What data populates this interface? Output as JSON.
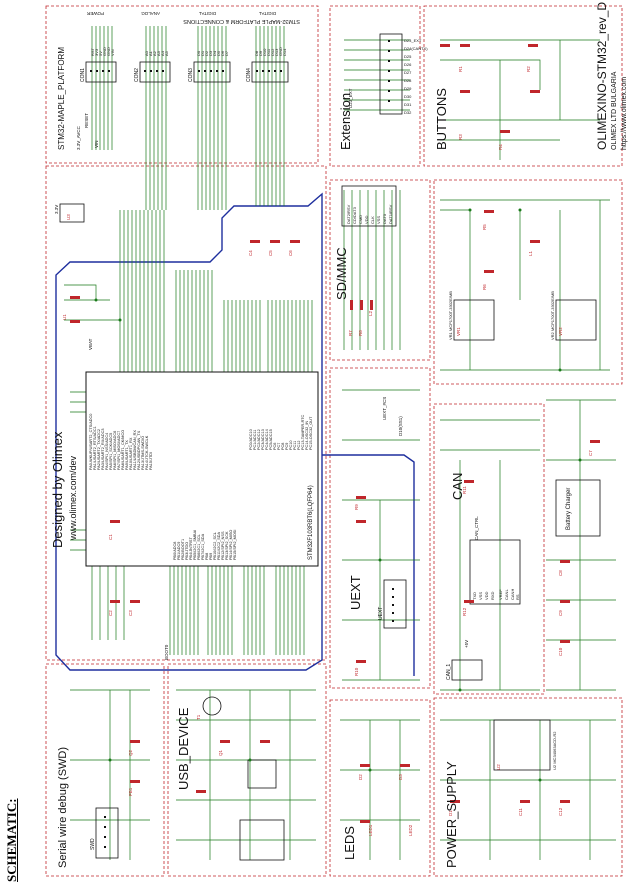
{
  "heading": "SCHEMATIC:",
  "title_block": {
    "title": "OLIMEXINO-STM32_rev_D",
    "company": "OLIMEX LTD BULGARIA",
    "url": "https://www.olimex.com"
  },
  "blocks": {
    "platform": "STM32-MAPLE_PLATFORM",
    "header_banner": "STM32-MAPLE PLATFORM & CONNECTIONS",
    "extension": "Extension",
    "buttons": "BUTTONS",
    "sd": "SD/MMC",
    "uext": "UEXT",
    "can": "CAN",
    "power": "POWER_SUPPLY",
    "leds": "LEDS",
    "usb": "USB_DEVICE",
    "swd": "Serial wire debug (SWD)",
    "designer": "Designed by Olimex",
    "designer_url": "www.olimex.com/dev",
    "battery": "Battery Charger",
    "mcu": "STM32F103RBT6(LQFP64)"
  },
  "connectors": {
    "con1": "CON1",
    "con2": "CON2",
    "con3": "CON3",
    "con4": "CON4",
    "uext": "UEXT",
    "can": "CAN_1",
    "swd": "SWD"
  },
  "header_groups": [
    "POWER",
    "ANALOG",
    "DIGITAL",
    "DIGITAL"
  ],
  "power_pins": [
    "RST",
    "3V3",
    "5V",
    "GND",
    "GND",
    "VIN"
  ],
  "analog_pins": [
    "A0",
    "A1",
    "A2",
    "A3",
    "A4",
    "A5"
  ],
  "digital_pins_a": [
    "D0",
    "D1",
    "D2",
    "D3",
    "D4",
    "D5",
    "D6",
    "D7"
  ],
  "digital_pins_b": [
    "D8",
    "D9",
    "D10",
    "D11",
    "D12",
    "D13",
    "GND",
    "D14"
  ],
  "ext_pins": [
    "D23_EXT",
    "D24(CANTX)",
    "D25",
    "D26",
    "D27",
    "D28",
    "D29",
    "D30",
    "D31",
    "D32"
  ],
  "sd_pins": [
    "DAT2/RSV",
    "CD/DAT3",
    "CMD",
    "VDD",
    "CLK",
    "VSS",
    "DAT0",
    "DAT1/RSV"
  ],
  "can_pins": [
    "TXD",
    "VSS",
    "VDD",
    "RXD",
    "VREF",
    "CANL",
    "CANH",
    "RS"
  ],
  "net_labels": [
    "3.3V",
    "3.3V_AVCC",
    "+5V",
    "VIN",
    "VBAT",
    "RESET",
    "BOOT0",
    "D23_EXT",
    "CAN_CTRL",
    "UEXT_#CS",
    "D10(SS1)"
  ],
  "mcu_left_pins": [
    "PA0-WKUP/USART2_CTS/ADC0",
    "PA1/USART2_RTS/ADC1",
    "PA2/USART2_TX/ADC2",
    "PA3/USART2_RX/ADC3",
    "PA4/SPI1_NSS/ADC4",
    "PA5/SPI1_SCK/ADC5",
    "PA6/SPI1_MISO/ADC6",
    "PA7/SPI1_MOSI/ADC7",
    "PA8/USART1_CK/MCO",
    "PA9/USART1_TX",
    "PA10/USART1_RX",
    "PA11/USBDM/CAN_RX",
    "PA12/USBDP/CAN_TX",
    "PA13/JTMS-SWDIO",
    "PA14/JTCK-SWCLK",
    "PA15/JTDI"
  ],
  "mcu_right_pins": [
    "PB0/ADC8",
    "PB1/ADC9",
    "PB2/BOOT1",
    "PB3/JTDO",
    "PB4/JNTRST",
    "PB5/I2C1_SMBAI",
    "PB6/I2C1_SCL",
    "PB7/I2C1_SDA",
    "PB8",
    "PB9",
    "PB10/I2C2_SCL",
    "PB11/I2C2_SDA",
    "PB12/SPI2_NSS",
    "PB13/SPI2_SCK",
    "PB14/SPI2_MISO",
    "PB15/SPI2_MOSI"
  ],
  "mcu_bottom_pins": [
    "PC0/ADC10",
    "PC1/ADC11",
    "PC2/ADC12",
    "PC3/ADC13",
    "PC4/ADC14",
    "PC5/ADC15",
    "PC6",
    "PC7",
    "PC8",
    "PC9",
    "PC10",
    "PC11",
    "PC12",
    "PC13-TAMPER-RTC",
    "PC14-OSC32_IN",
    "PC15-OSC32_OUT"
  ],
  "parts": [
    "R1",
    "R2",
    "R3",
    "R4",
    "R5",
    "R6",
    "R7",
    "R8",
    "R9",
    "R10",
    "R11",
    "R12",
    "C1",
    "C2",
    "C3",
    "C4",
    "C5",
    "C6",
    "C7",
    "C8",
    "C9",
    "C10",
    "C11",
    "C12",
    "L1",
    "L2",
    "D1",
    "D2",
    "D3",
    "Q1",
    "U1",
    "U2",
    "U3",
    "VR1",
    "VR2",
    "LED1",
    "LED2",
    "Q2",
    "T1",
    "FB1"
  ],
  "regulators": [
    "VR1 MCP1700T-3302E/MB",
    "VR2 MCP1700T-3302E/MB",
    "U2 MC34063ACD-R2"
  ],
  "colors": {
    "border": "#c0262b",
    "wire": "#1a7a1a",
    "bus": "#1e2f9e",
    "text": "#111111",
    "part": "#c0262b"
  }
}
